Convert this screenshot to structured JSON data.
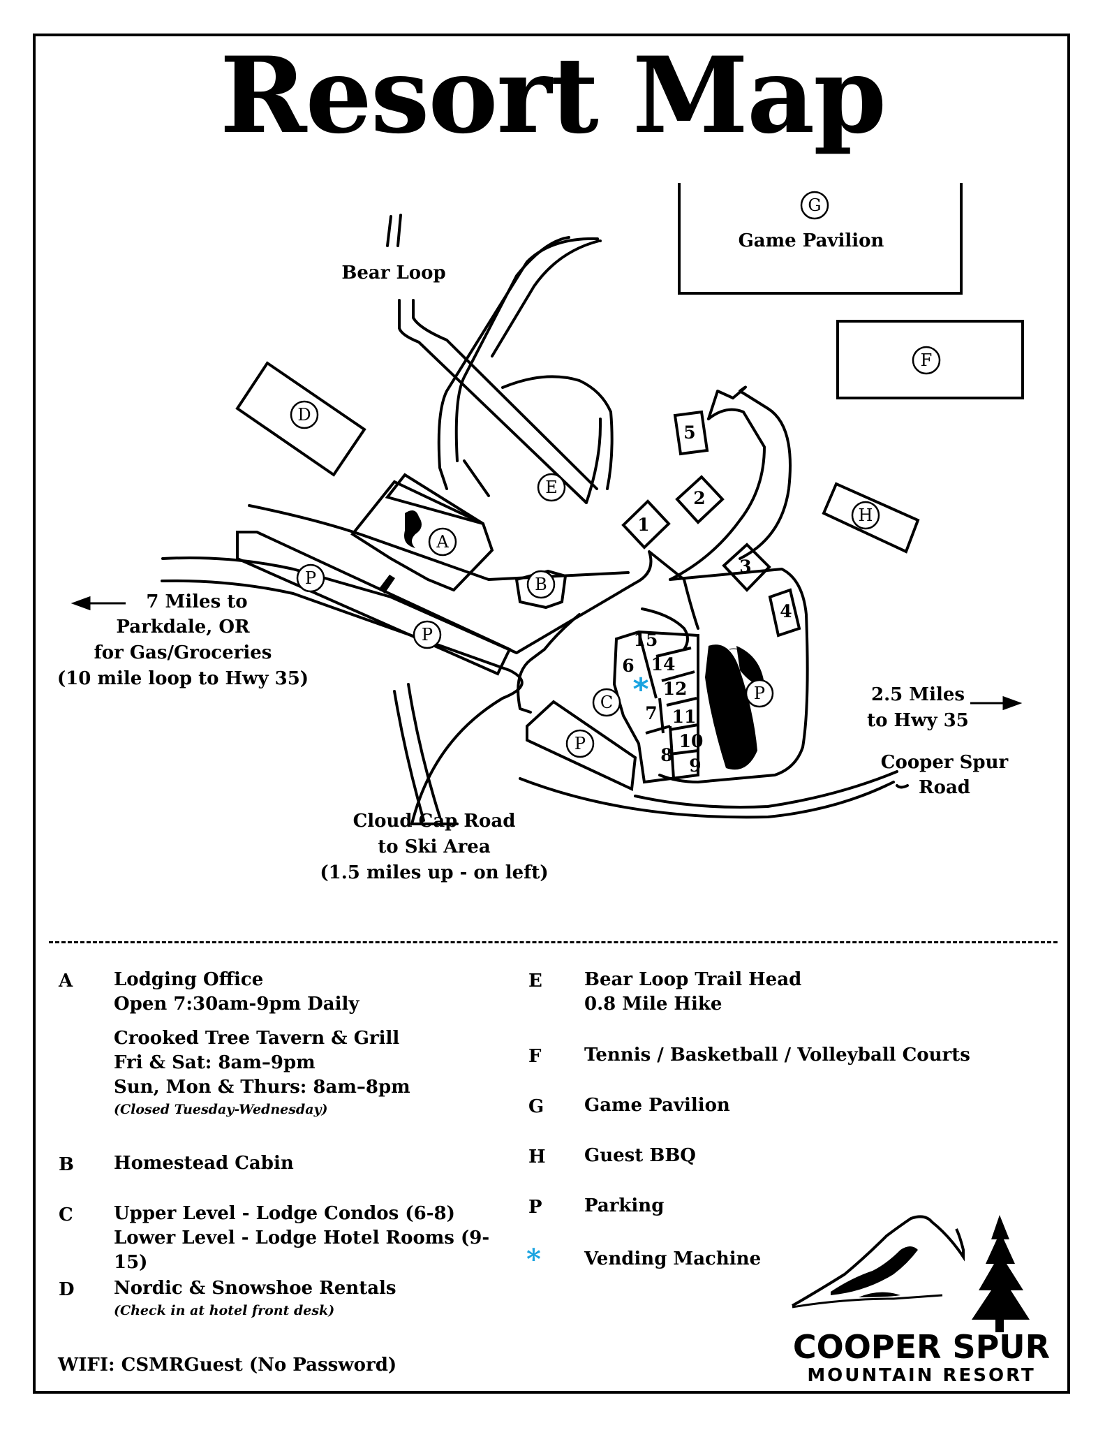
{
  "title": "Resort Map",
  "map_labels": {
    "bear_loop": "Bear Loop",
    "game_pavilion": "Game Pavilion",
    "parkdale_1": "7 Miles to",
    "parkdale_2": "Parkdale, OR",
    "parkdale_3": "for Gas/Groceries",
    "parkdale_4": "(10 mile loop to Hwy 35)",
    "hwy_1": "2.5 Miles",
    "hwy_2": "to Hwy 35",
    "cooper_1": "Cooper Spur",
    "cooper_2": "Road",
    "cloud_1": "Cloud Cap Road",
    "cloud_2": "to Ski Area",
    "cloud_3": "(1.5 miles up - on left)"
  },
  "markers": {
    "a": "A",
    "b": "B",
    "c": "C",
    "d": "D",
    "e": "E",
    "f": "F",
    "g": "G",
    "h": "H",
    "p": "P"
  },
  "units": [
    "1",
    "2",
    "3",
    "4",
    "5",
    "6",
    "7",
    "8",
    "9",
    "10",
    "11",
    "12",
    "14",
    "15"
  ],
  "legend": {
    "a_key": "A",
    "a_line1": "Lodging Office",
    "a_line2": "Open 7:30am-9pm Daily",
    "a_line3": "Crooked Tree Tavern & Grill",
    "a_line4": "Fri & Sat: 8am–9pm",
    "a_line5": "Sun, Mon & Thurs: 8am–8pm",
    "a_note": "(Closed Tuesday-Wednesday)",
    "b_key": "B",
    "b_line1": "Homestead Cabin",
    "c_key": "C",
    "c_line1": "Upper Level - Lodge Condos (6-8)",
    "c_line2": "Lower Level - Lodge Hotel Rooms (9-15)",
    "d_key": "D",
    "d_line1": "Nordic & Snowshoe Rentals",
    "d_note": "(Check in at hotel front desk)",
    "e_key": "E",
    "e_line1": "Bear Loop Trail Head",
    "e_line2": "0.8 Mile Hike",
    "f_key": "F",
    "f_line1": "Tennis / Basketball / Volleyball Courts",
    "g_key": "G",
    "g_line1": "Game Pavilion",
    "h_key": "H",
    "h_line1": "Guest BBQ",
    "p_key": "P",
    "p_line1": "Parking",
    "star_key": "*",
    "star_line1": "Vending Machine"
  },
  "wifi": "WIFI: CSMRGuest (No Password)",
  "logo": {
    "line1": "COOPER SPUR",
    "line2": "MOUNTAIN RESORT"
  },
  "colors": {
    "vending_star": "#1aa3e0",
    "ink": "#000000"
  },
  "icons": [
    "arrow-left-icon",
    "arrow-right-icon",
    "mountain-icon",
    "pine-tree-icon",
    "tree-icon",
    "vending-star-icon"
  ]
}
